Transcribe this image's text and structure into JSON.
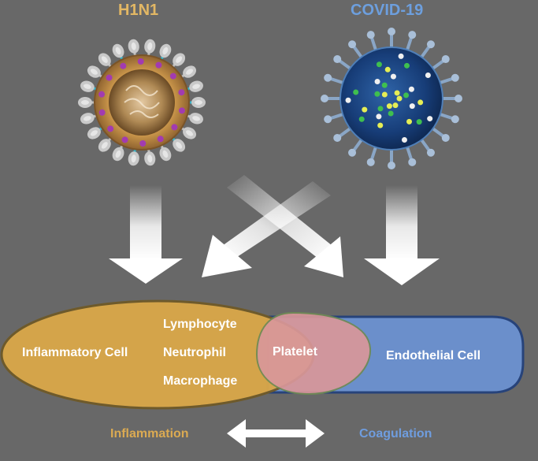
{
  "viruses": {
    "left": {
      "name": "H1N1",
      "color": "#e2b764"
    },
    "right": {
      "name": "COVID-19",
      "color": "#6d9fde"
    }
  },
  "cells": {
    "inflammatory": {
      "label": "Inflammatory Cell",
      "color": "#d8a64a",
      "outline": "#6f5a2a"
    },
    "inflammatory_types": [
      "Lymphocyte",
      "Neutrophil",
      "Macrophage"
    ],
    "platelet": {
      "label": "Platelet",
      "color": "#d9979a"
    },
    "endothelial": {
      "label": "Endothelial Cell",
      "color": "#6b8fcb",
      "outline": "#27437a"
    }
  },
  "processes": {
    "left": {
      "label": "Inflammation",
      "color": "#dbaa52"
    },
    "right": {
      "label": "Coagulation",
      "color": "#6f9ddf"
    }
  },
  "arrow_color": "#ffffff"
}
